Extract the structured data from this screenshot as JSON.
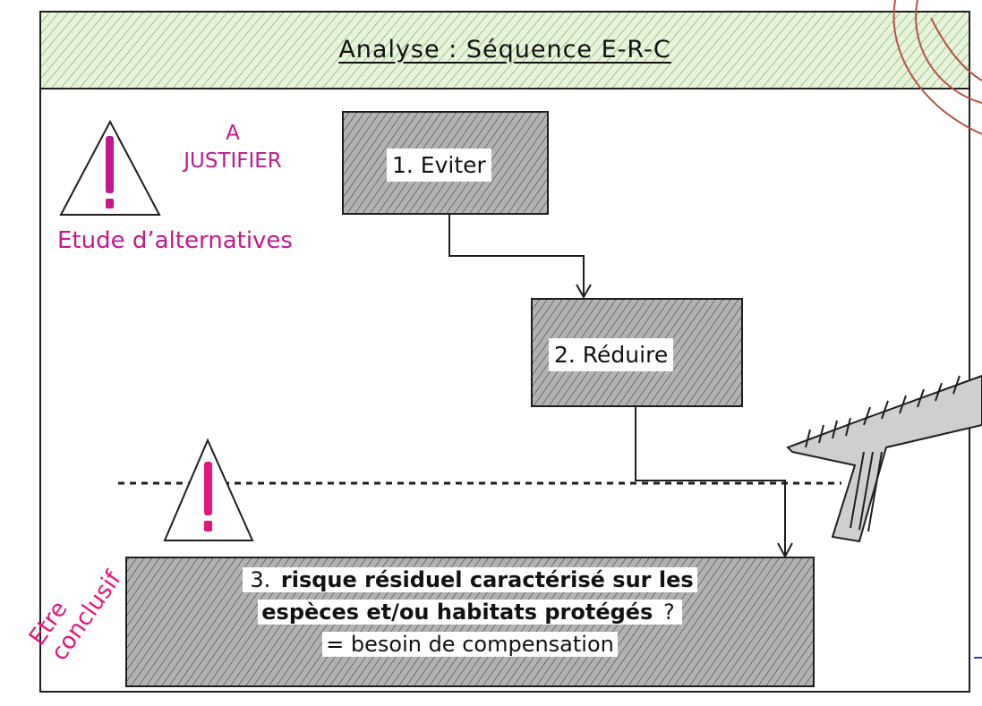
{
  "title": "Analyse : Séquence E-R-C",
  "steps": {
    "eviter": "1. Eviter",
    "reduire": "2. Réduire"
  },
  "warning_top": {
    "line1": "A",
    "line2": "JUSTIFIER",
    "note": "Etude d’alternatives"
  },
  "bottom_note": "Etre conclusif",
  "final_box": {
    "prefix": "3.",
    "bold1": "risque résiduel caractérisé sur les",
    "bold2": "espèces et/ou habitats protégés",
    "question": "?",
    "line3": "= besoin de compensation"
  },
  "colors": {
    "magenta": "#c2188f",
    "pink": "#e6157d",
    "green_header": "#e8f3dc",
    "gray_box": "#b3b3b3",
    "stroke": "#1e1e1e",
    "red_deco": "#b55245",
    "link_blue": "#2a3fd0"
  },
  "icons": [
    "warning-triangle-icon",
    "arrow-icon",
    "pen-icon"
  ]
}
